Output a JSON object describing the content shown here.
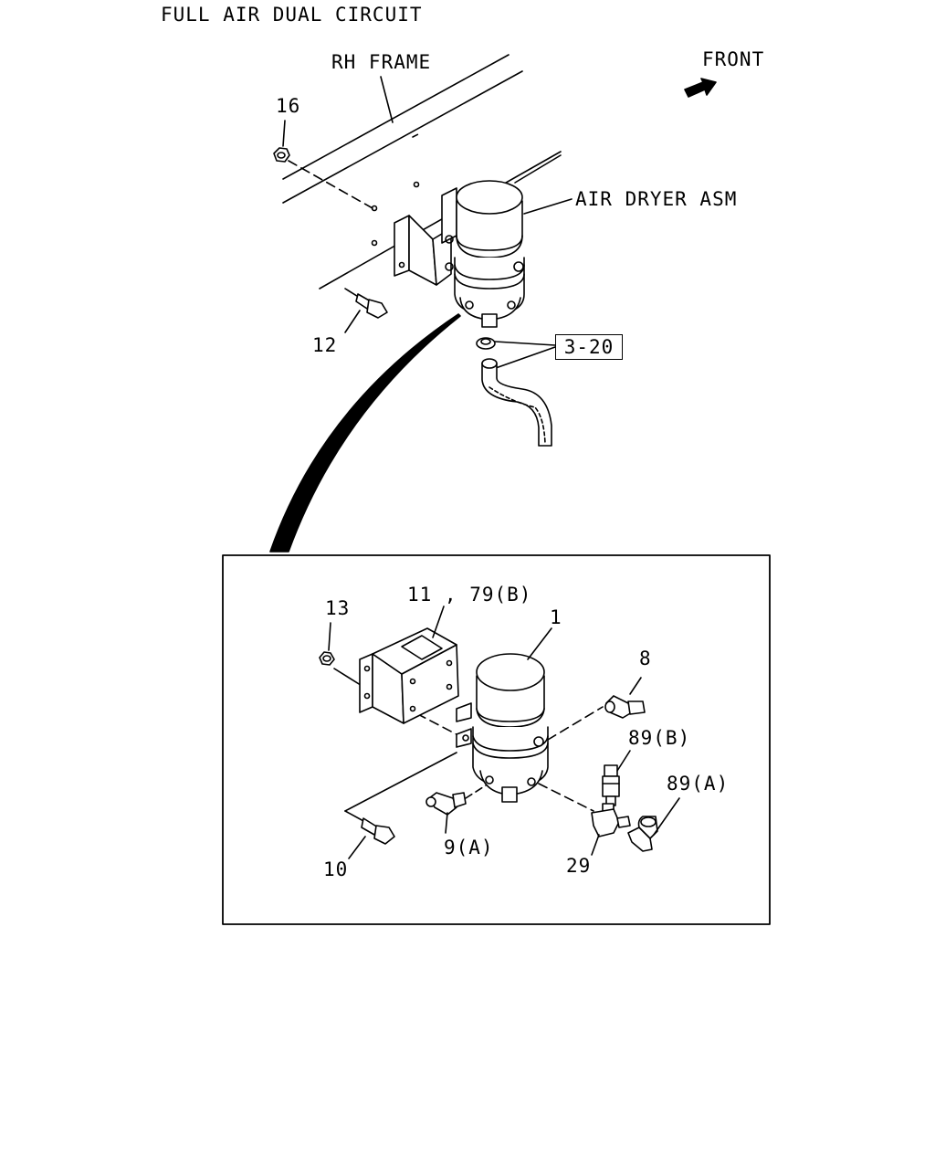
{
  "title": "FULL AIR DUAL CIRCUIT",
  "labels": {
    "rh_frame": "RH FRAME",
    "front": "FRONT",
    "air_dryer": "AIR DRYER ASM",
    "ref_box": "3-20"
  },
  "callouts": {
    "c16": "16",
    "c12": "12",
    "c13": "13",
    "c11_79b": "11 , 79(B)",
    "c1": "1",
    "c8": "8",
    "c89b": "89(B)",
    "c89a": "89(A)",
    "c9a": "9(A)",
    "c29": "29",
    "c10": "10"
  }
}
